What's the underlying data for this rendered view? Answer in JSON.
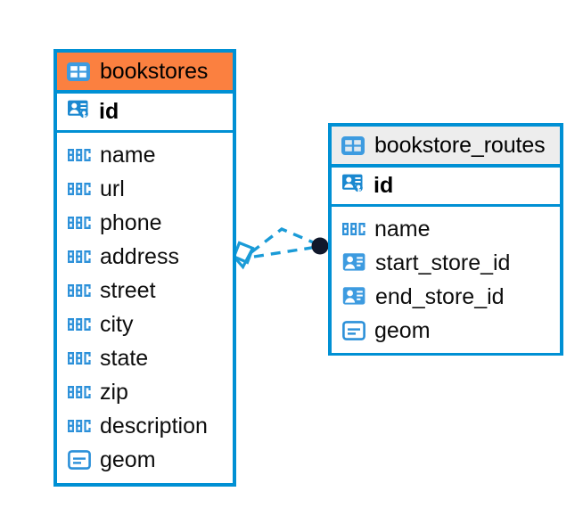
{
  "diagram": {
    "type": "entity-relationship-diagram",
    "background_color": "#ffffff",
    "accent_color": "#0090d4",
    "selected_color": "#fb8040",
    "unselected_header_color": "#ededed"
  },
  "entities": [
    {
      "name": "bookstores",
      "selected": true,
      "icon": "table-icon",
      "primary_key": {
        "name": "id",
        "icon": "primary-key-icon"
      },
      "fields": [
        {
          "name": "name",
          "icon": "text-abc-icon"
        },
        {
          "name": "url",
          "icon": "text-abc-icon"
        },
        {
          "name": "phone",
          "icon": "text-abc-icon"
        },
        {
          "name": "address",
          "icon": "text-abc-icon"
        },
        {
          "name": "street",
          "icon": "text-abc-icon"
        },
        {
          "name": "city",
          "icon": "text-abc-icon"
        },
        {
          "name": "state",
          "icon": "text-abc-icon"
        },
        {
          "name": "zip",
          "icon": "text-abc-icon"
        },
        {
          "name": "description",
          "icon": "text-abc-icon"
        },
        {
          "name": "geom",
          "icon": "geometry-icon"
        }
      ]
    },
    {
      "name": "bookstore_routes",
      "selected": false,
      "icon": "table-icon",
      "primary_key": {
        "name": "id",
        "icon": "primary-key-icon"
      },
      "fields": [
        {
          "name": "name",
          "icon": "text-abc-icon"
        },
        {
          "name": "start_store_id",
          "icon": "foreign-key-icon"
        },
        {
          "name": "end_store_id",
          "icon": "foreign-key-icon"
        },
        {
          "name": "geom",
          "icon": "geometry-icon"
        }
      ]
    }
  ],
  "relationships": [
    {
      "from": "bookstores",
      "to": "bookstore_routes",
      "style": "dashed",
      "color": "#0090d4",
      "source_marker": "crows-foot-square-marker",
      "target_marker": "filled-circle-marker"
    }
  ]
}
